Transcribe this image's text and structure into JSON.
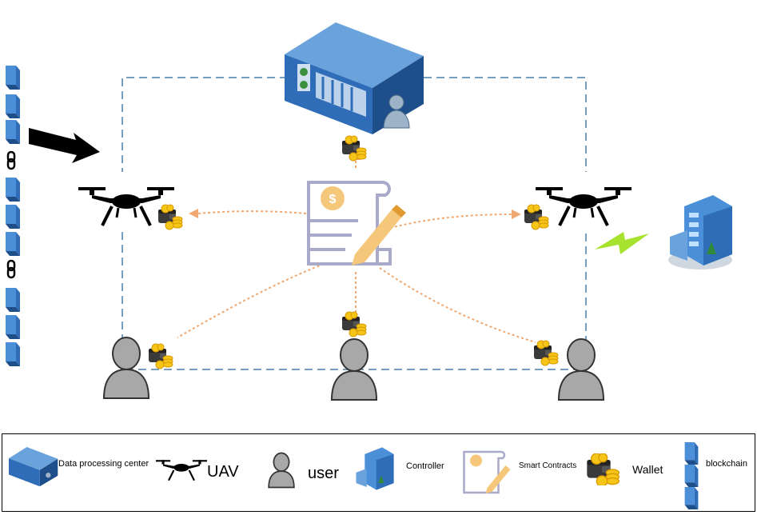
{
  "legend": {
    "data_processing_center": "Data processing center",
    "uav": "UAV",
    "user": "user",
    "controller": "Controller",
    "smart_contracts": "Smart Contracts",
    "wallet": "Wallet",
    "blockchain": "blockchain"
  },
  "colors": {
    "dashed_frame": "#4a7ea8",
    "arrow": "#f0a870",
    "block": "#4a8fd8",
    "wallet_body": "#3a3a3a",
    "coin": "#f5c518",
    "user_body": "#a8a8a8",
    "server": "#2f6db8",
    "contract": "#a9a9c9",
    "lightning": "#a6e22e"
  }
}
